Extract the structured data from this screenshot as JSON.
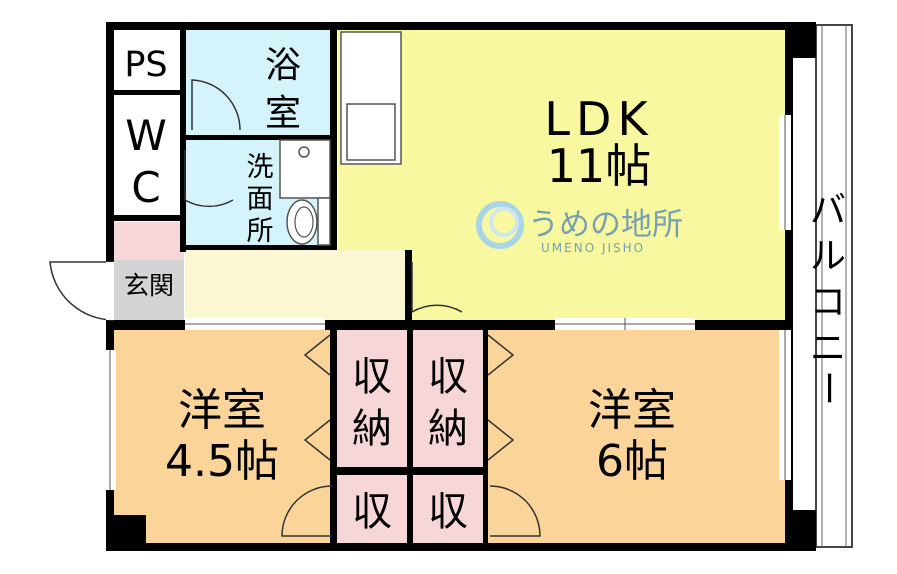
{
  "rooms": {
    "ps": "PS",
    "wc": [
      "W",
      "C"
    ],
    "bath": [
      "浴",
      "室"
    ],
    "washroom": [
      "洗",
      "面",
      "所"
    ],
    "ldk": {
      "name": "LDK",
      "size": "11帖"
    },
    "entrance": "玄関",
    "western_left": {
      "name": "洋室",
      "size": "4.5帖"
    },
    "western_right": {
      "name": "洋室",
      "size": "6帖"
    },
    "storage_left": [
      "収",
      "納"
    ],
    "storage_right": [
      "収",
      "納"
    ],
    "closet_left": "収",
    "closet_right": "収",
    "balcony": [
      "バ",
      "ル",
      "コ",
      "ニ",
      "ー"
    ]
  },
  "logo": {
    "name": "うめの地所",
    "sub": "UMENO JISHO"
  },
  "colors": {
    "wall": "#000000",
    "ldk": "#f8f8a0",
    "hall": "#fbf7d2",
    "bath": "#d5f3fb",
    "storage": "#f7d6d8",
    "western": "#fbd49a",
    "entrance": "#d4d4d4",
    "balcony": "#ffffff"
  }
}
